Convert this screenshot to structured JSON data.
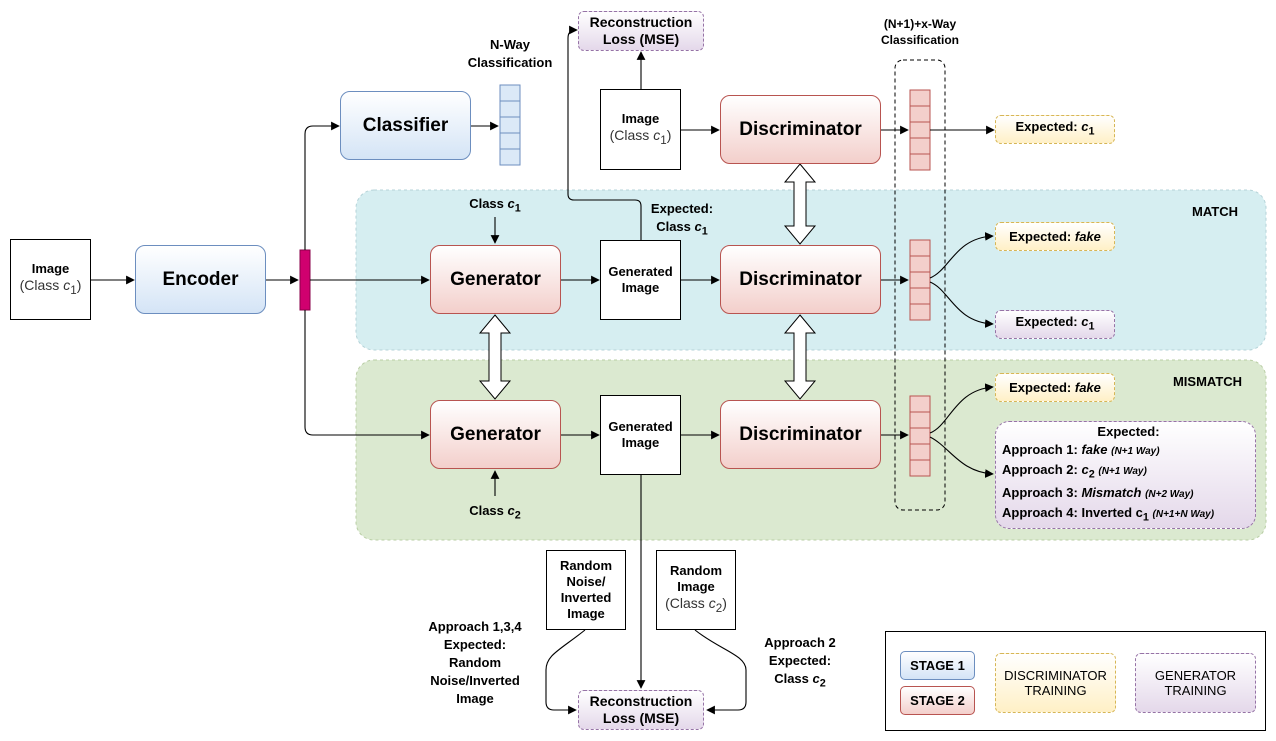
{
  "regions": {
    "match": "MATCH",
    "mismatch": "MISMATCH"
  },
  "input_image": {
    "title": "Image",
    "class_prefix": "(Class ",
    "class_var": "c",
    "class_sub": "1",
    "class_suffix": ")"
  },
  "encoder": "Encoder",
  "classifier": "Classifier",
  "n_way": [
    "N-Way",
    "Classification"
  ],
  "n1x_way": [
    "(N+1)+x-Way",
    "Classification"
  ],
  "recon_loss_label": [
    "Reconstruction",
    "Loss (MSE)"
  ],
  "top_image": {
    "title": "Image",
    "class_prefix": "(Class ",
    "class_var": "c",
    "class_sub": "1",
    "class_suffix": ")"
  },
  "discriminator": "Discriminator",
  "generator": "Generator",
  "generated_image": [
    "Generated",
    "Image"
  ],
  "expected_top": {
    "prefix": "Expected: ",
    "var": "c",
    "sub": "1"
  },
  "match_class_label": {
    "prefix": "Class ",
    "var": "c",
    "sub": "1"
  },
  "match_expected_recon": {
    "line1": "Expected:",
    "prefix": "Class ",
    "var": "c",
    "sub": "1"
  },
  "match_expected_fake": {
    "prefix": "Expected: ",
    "value": "fake"
  },
  "match_expected_class": {
    "prefix": "Expected: ",
    "var": "c",
    "sub": "1"
  },
  "mismatch_class_label": {
    "prefix": "Class ",
    "var": "c",
    "sub": "2"
  },
  "mismatch_expected_fake": {
    "prefix": "Expected: ",
    "value": "fake"
  },
  "mismatch_expected": {
    "title": "Expected:",
    "a1": {
      "prefix": "Approach 1: ",
      "value": "fake",
      "note": "(N+1 Way)"
    },
    "a2": {
      "prefix": "Approach 2: ",
      "var": "c",
      "sub": "2",
      "note": "(N+1 Way)"
    },
    "a3": {
      "prefix": "Approach 3: ",
      "value": "Mismatch",
      "note": "(N+2 Way)"
    },
    "a4": {
      "prefix": "Approach 4: Inverted c",
      "sub": "1",
      "note": "(N+1+N Way)"
    }
  },
  "random_noise": [
    "Random",
    "Noise/",
    "Inverted",
    "Image"
  ],
  "random_image": {
    "line1": "Random",
    "line2": "Image",
    "class_prefix": "(Class ",
    "class_var": "c",
    "class_sub": "2",
    "class_suffix": ")"
  },
  "approach134": [
    "Approach 1,3,4",
    "Expected:",
    "Random",
    "Noise/Inverted",
    "Image"
  ],
  "approach2": {
    "line1": "Approach 2",
    "line2": "Expected:",
    "prefix": "Class ",
    "var": "c",
    "sub": "2"
  },
  "legend": {
    "stage1": "STAGE 1",
    "stage2": "STAGE 2",
    "disc_training": [
      "DISCRIMINATOR",
      "TRAINING"
    ],
    "gen_training": [
      "GENERATOR",
      "TRAINING"
    ]
  },
  "colors": {
    "stage1_fill": "#d4e4f6",
    "stage1_border": "#6c8ebf",
    "stage2_fill": "#f3cfcb",
    "stage2_border": "#b85450",
    "match_region": "#d6eef1",
    "mismatch_region": "#dbe9d0",
    "disc_training": "#fff0c6",
    "gen_training": "#e4d8ea",
    "latent_vector": "#d0006f"
  }
}
